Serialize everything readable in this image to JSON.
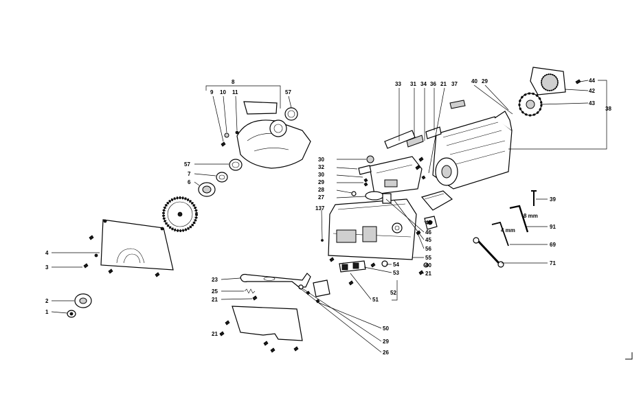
{
  "callouts": {
    "c1": "1",
    "c2": "2",
    "c3": "3",
    "c4": "4",
    "c6": "6",
    "c7": "7",
    "c8": "8",
    "c9": "9",
    "c10": "10",
    "c11": "11",
    "c57a": "57",
    "c57b": "57",
    "c21a": "21",
    "c21b": "21",
    "c21c": "21",
    "c21d": "21",
    "c23": "23",
    "c25": "25",
    "c26": "26",
    "c27": "27",
    "c28": "28",
    "c29a": "29",
    "c29b": "29",
    "c29c": "29",
    "c30a": "30",
    "c30b": "30",
    "c31": "31",
    "c32": "32",
    "c33": "33",
    "c34": "34",
    "c36": "36",
    "c37": "37",
    "c38": "38",
    "c39": "39",
    "c40a": "40",
    "c40b": "40",
    "c42": "42",
    "c43": "43",
    "c44": "44",
    "c45": "45",
    "c46": "46",
    "c48": "48",
    "c50": "50",
    "c51": "51",
    "c52": "52",
    "c53": "53",
    "c54": "54",
    "c55": "55",
    "c56": "56",
    "c69": "69",
    "c71": "71",
    "c91": "91",
    "c137": "137"
  },
  "wrench_sizes": {
    "size8": "8 mm",
    "size4": "4 mm"
  }
}
